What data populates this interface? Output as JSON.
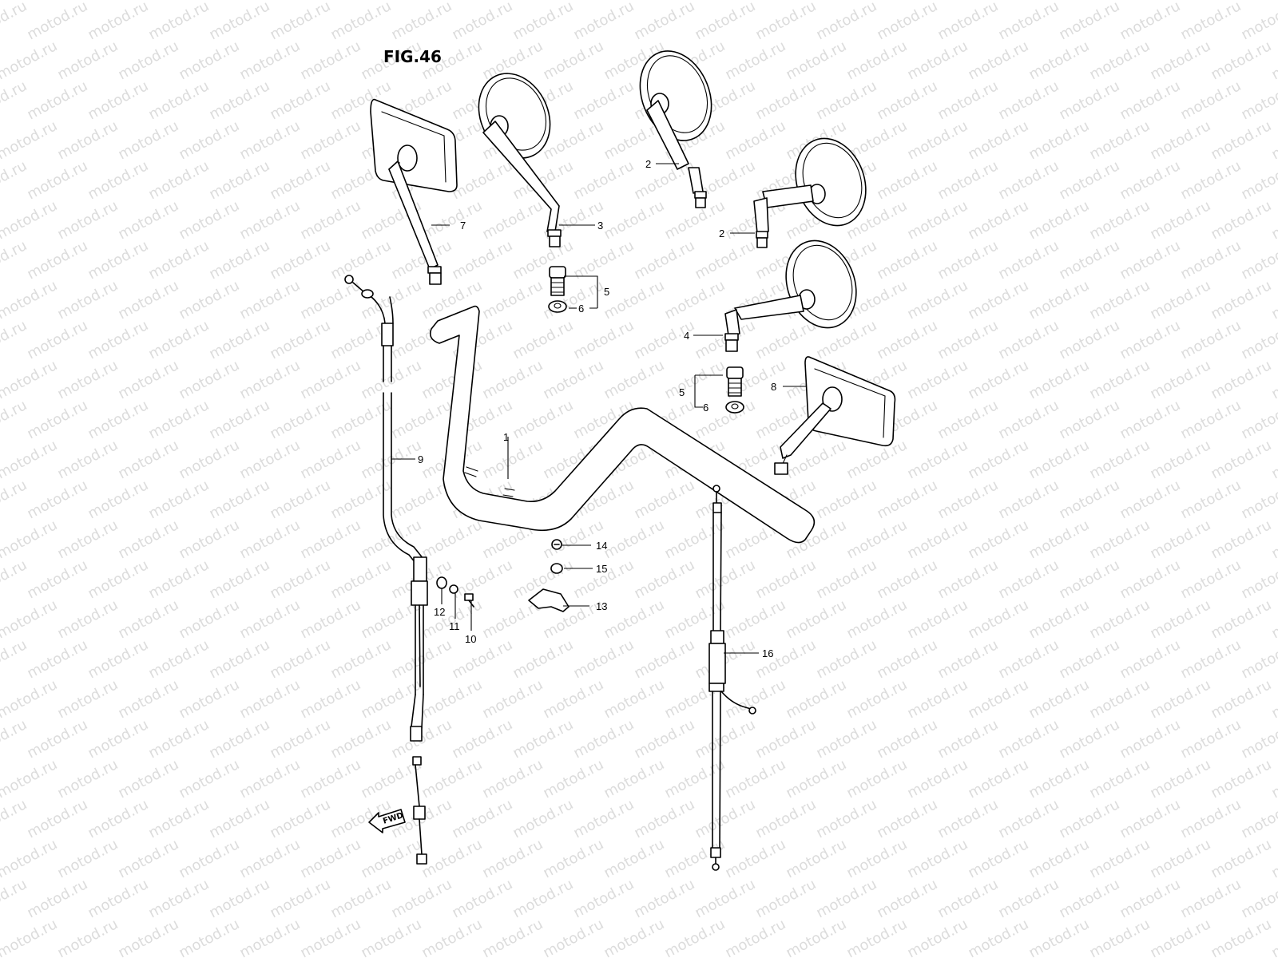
{
  "figure": {
    "title": "FIG.46"
  },
  "watermark": {
    "text": "motod.ru",
    "color": "#dcdcdc"
  },
  "direction_marker": {
    "text": "FWD"
  },
  "callouts": {
    "c1": "1",
    "c2a": "2",
    "c2b": "2",
    "c3": "3",
    "c4": "4",
    "c5a": "5",
    "c5b": "5",
    "c6a": "6",
    "c6b": "6",
    "c7": "7",
    "c8": "8",
    "c9": "9",
    "c10": "10",
    "c11": "11",
    "c12": "12",
    "c13": "13",
    "c14": "14",
    "c15": "15",
    "c16": "16"
  },
  "colors": {
    "line": "#000000",
    "background": "#ffffff"
  }
}
